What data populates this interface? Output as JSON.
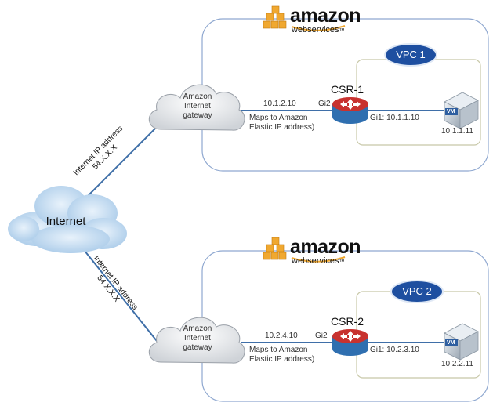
{
  "internet": {
    "label": "Internet"
  },
  "links": [
    {
      "name": "internet-to-gateway-1",
      "label_line1": "Internet IP address",
      "label_line2": "54.X.X.X"
    },
    {
      "name": "internet-to-gateway-2",
      "label_line1": "Internet IP address",
      "label_line2": "54.X.X.X"
    }
  ],
  "sections": [
    {
      "logo": {
        "brand": "amazon",
        "sub": "webservices",
        "tm": "™"
      },
      "vpc": "VPC 1",
      "gateway_label": [
        "Amazon",
        "Internet",
        "gateway"
      ],
      "gateway_ip": "10.1.2.10",
      "elastic_note": [
        "Maps to Amazon",
        "Elastic IP address)"
      ],
      "router": "CSR-1",
      "outside_if": "Gi2",
      "inside_if": "Gi1: 10.1.1.10",
      "vm_ip": "10.1.1.11",
      "vm_badge": "VM"
    },
    {
      "logo": {
        "brand": "amazon",
        "sub": "webservices",
        "tm": "™"
      },
      "vpc": "VPC 2",
      "gateway_label": [
        "Amazon",
        "Internet",
        "gateway"
      ],
      "gateway_ip": "10.2.4.10",
      "elastic_note": [
        "Maps to Amazon",
        "Elastic IP address)"
      ],
      "router": "CSR-2",
      "outside_if": "Gi2",
      "inside_if": "Gi1: 10.2.3.10",
      "vm_ip": "10.2.2.11",
      "vm_badge": "VM"
    }
  ],
  "colors": {
    "link": "#3f6fa8",
    "region_border": "#8fa8d0",
    "vpc_border": "#c8c8a8",
    "vpc_fill": "#1e4fa0",
    "cloud": "#c9dff3",
    "aws_orange": "#f0a830",
    "router_red": "#c8322f"
  }
}
